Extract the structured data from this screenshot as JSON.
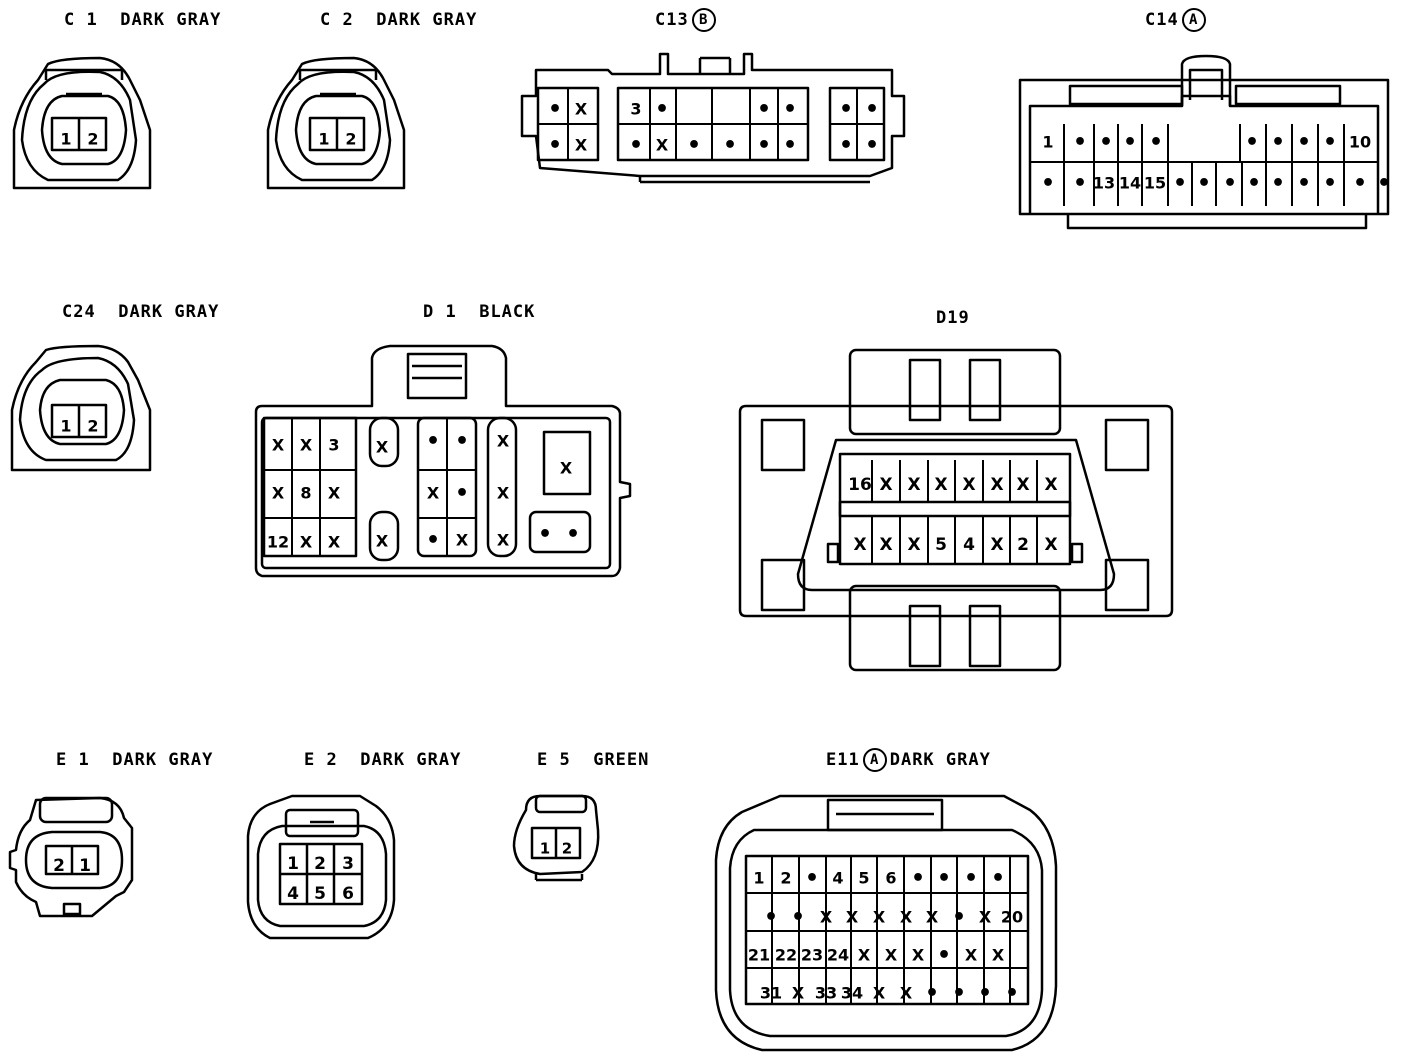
{
  "connectors": [
    {
      "id": "c1",
      "code": "C 1",
      "badge": "",
      "color": "DARK GRAY",
      "pins": [
        "1",
        "2"
      ]
    },
    {
      "id": "c2",
      "code": "C 2",
      "badge": "",
      "color": "DARK GRAY",
      "pins": [
        "1",
        "2"
      ]
    },
    {
      "id": "c13",
      "code": "C13",
      "badge": "B",
      "color": "",
      "pins": [
        "•",
        "X",
        "3",
        "•",
        "•",
        "•",
        "•",
        "•",
        "•",
        "X",
        "•",
        "X",
        "•",
        "•",
        "•",
        "•",
        "•",
        "•"
      ]
    },
    {
      "id": "c14",
      "code": "C14",
      "badge": "A",
      "color": "",
      "pins": [
        "1",
        "•",
        "•",
        "•",
        "•",
        "•",
        "•",
        "•",
        "•",
        "10",
        "•",
        "•",
        "13",
        "14",
        "15",
        "•",
        "•",
        "•",
        "•",
        "•",
        "•",
        "•",
        "•",
        "•"
      ]
    },
    {
      "id": "c24",
      "code": "C24",
      "badge": "",
      "color": "DARK GRAY",
      "pins": [
        "1",
        "2"
      ]
    },
    {
      "id": "d1",
      "code": "D 1",
      "badge": "",
      "color": "BLACK",
      "pins": [
        "X",
        "X",
        "3",
        "X",
        "8",
        "X",
        "12",
        "X",
        "X",
        "X",
        "X",
        "•",
        "•",
        "X",
        "•",
        "•",
        "X",
        "X",
        "X",
        "X",
        "X",
        "•",
        "•"
      ]
    },
    {
      "id": "d19",
      "code": "D19",
      "badge": "",
      "color": "",
      "pins": [
        "16",
        "X",
        "X",
        "X",
        "X",
        "X",
        "X",
        "X",
        "X",
        "X",
        "X",
        "5",
        "4",
        "X",
        "2",
        "X"
      ]
    },
    {
      "id": "e1",
      "code": "E 1",
      "badge": "",
      "color": "DARK GRAY",
      "pins": [
        "2",
        "1"
      ]
    },
    {
      "id": "e2",
      "code": "E 2",
      "badge": "",
      "color": "DARK GRAY",
      "pins": [
        "1",
        "2",
        "3",
        "4",
        "5",
        "6"
      ]
    },
    {
      "id": "e5",
      "code": "E 5",
      "badge": "",
      "color": "GREEN",
      "pins": [
        "1",
        "2"
      ]
    },
    {
      "id": "e11",
      "code": "E11",
      "badge": "A",
      "color": "DARK GRAY",
      "pins": [
        "1",
        "2",
        "•",
        "4",
        "5",
        "6",
        "•",
        "•",
        "•",
        "•",
        "•",
        "•",
        "X",
        "X",
        "X",
        "X",
        "X",
        "•",
        "X",
        "20",
        "21",
        "22",
        "23",
        "24",
        "X",
        "X",
        "X",
        "•",
        "X",
        "X",
        "31",
        "X",
        "33",
        "34",
        "X",
        "X",
        "•",
        "•",
        "•",
        "•"
      ]
    }
  ]
}
